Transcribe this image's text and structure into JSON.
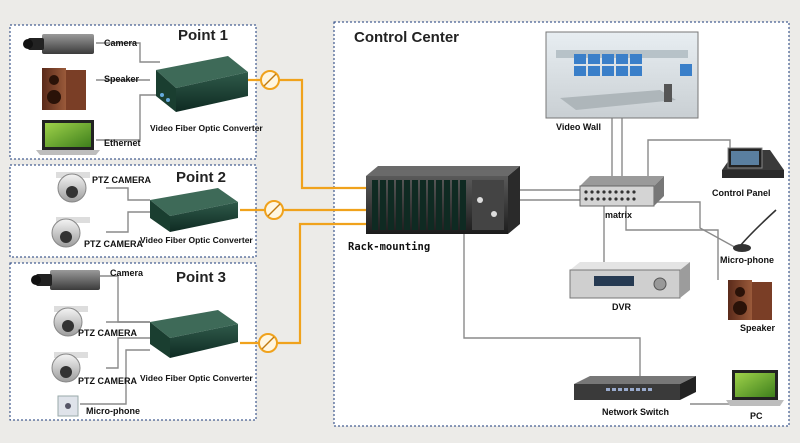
{
  "colors": {
    "background": "#ecebe8",
    "fiber_line": "#f0a21c",
    "copper_line": "#8a8a8a",
    "panel_border": "#1a3a7a"
  },
  "points": [
    {
      "title": "Point 1",
      "devices": [
        "Camera",
        "Speaker",
        "Ethernet"
      ],
      "converter": "Video Fiber Optic Converter"
    },
    {
      "title": "Point 2",
      "devices": [
        "PTZ CAMERA",
        "PTZ CAMERA"
      ],
      "converter": "Video Fiber Optic Converter"
    },
    {
      "title": "Point 3",
      "devices": [
        "Camera",
        "PTZ CAMERA",
        "PTZ CAMERA",
        "Micro-phone"
      ],
      "converter": "Video Fiber Optic Converter"
    }
  ],
  "control_center": {
    "title": "Control Center",
    "rack_label": "Rack-mounting",
    "devices": {
      "video_wall": "Video Wall",
      "matrix": "matrix",
      "control_panel": "Control Panel",
      "microphone": "Micro-phone",
      "dvr": "DVR",
      "speaker": "Speaker",
      "network_switch": "Network Switch",
      "pc": "PC"
    }
  }
}
